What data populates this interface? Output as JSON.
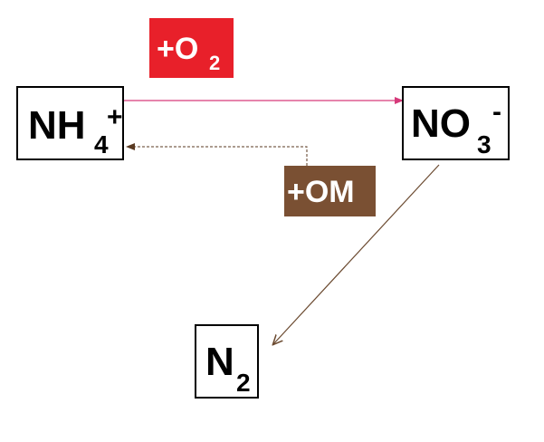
{
  "nodes": {
    "ammonium": {
      "main": "NH",
      "sub": "4",
      "sup": "+"
    },
    "nitrate": {
      "main": "NO",
      "sub": "3",
      "sup": "-"
    },
    "dinitrogen": {
      "main": "N",
      "sub": "2"
    }
  },
  "labels": {
    "oxygen": {
      "main": "+O",
      "sub": "2",
      "color": "#e8202a"
    },
    "organic_matter": {
      "main": "+OM",
      "color": "#7a5033"
    }
  },
  "edges": {
    "nitrification_color": "#d63a7a",
    "return_color": "#5a3a22",
    "denitrification_color": "#6b4a30"
  }
}
